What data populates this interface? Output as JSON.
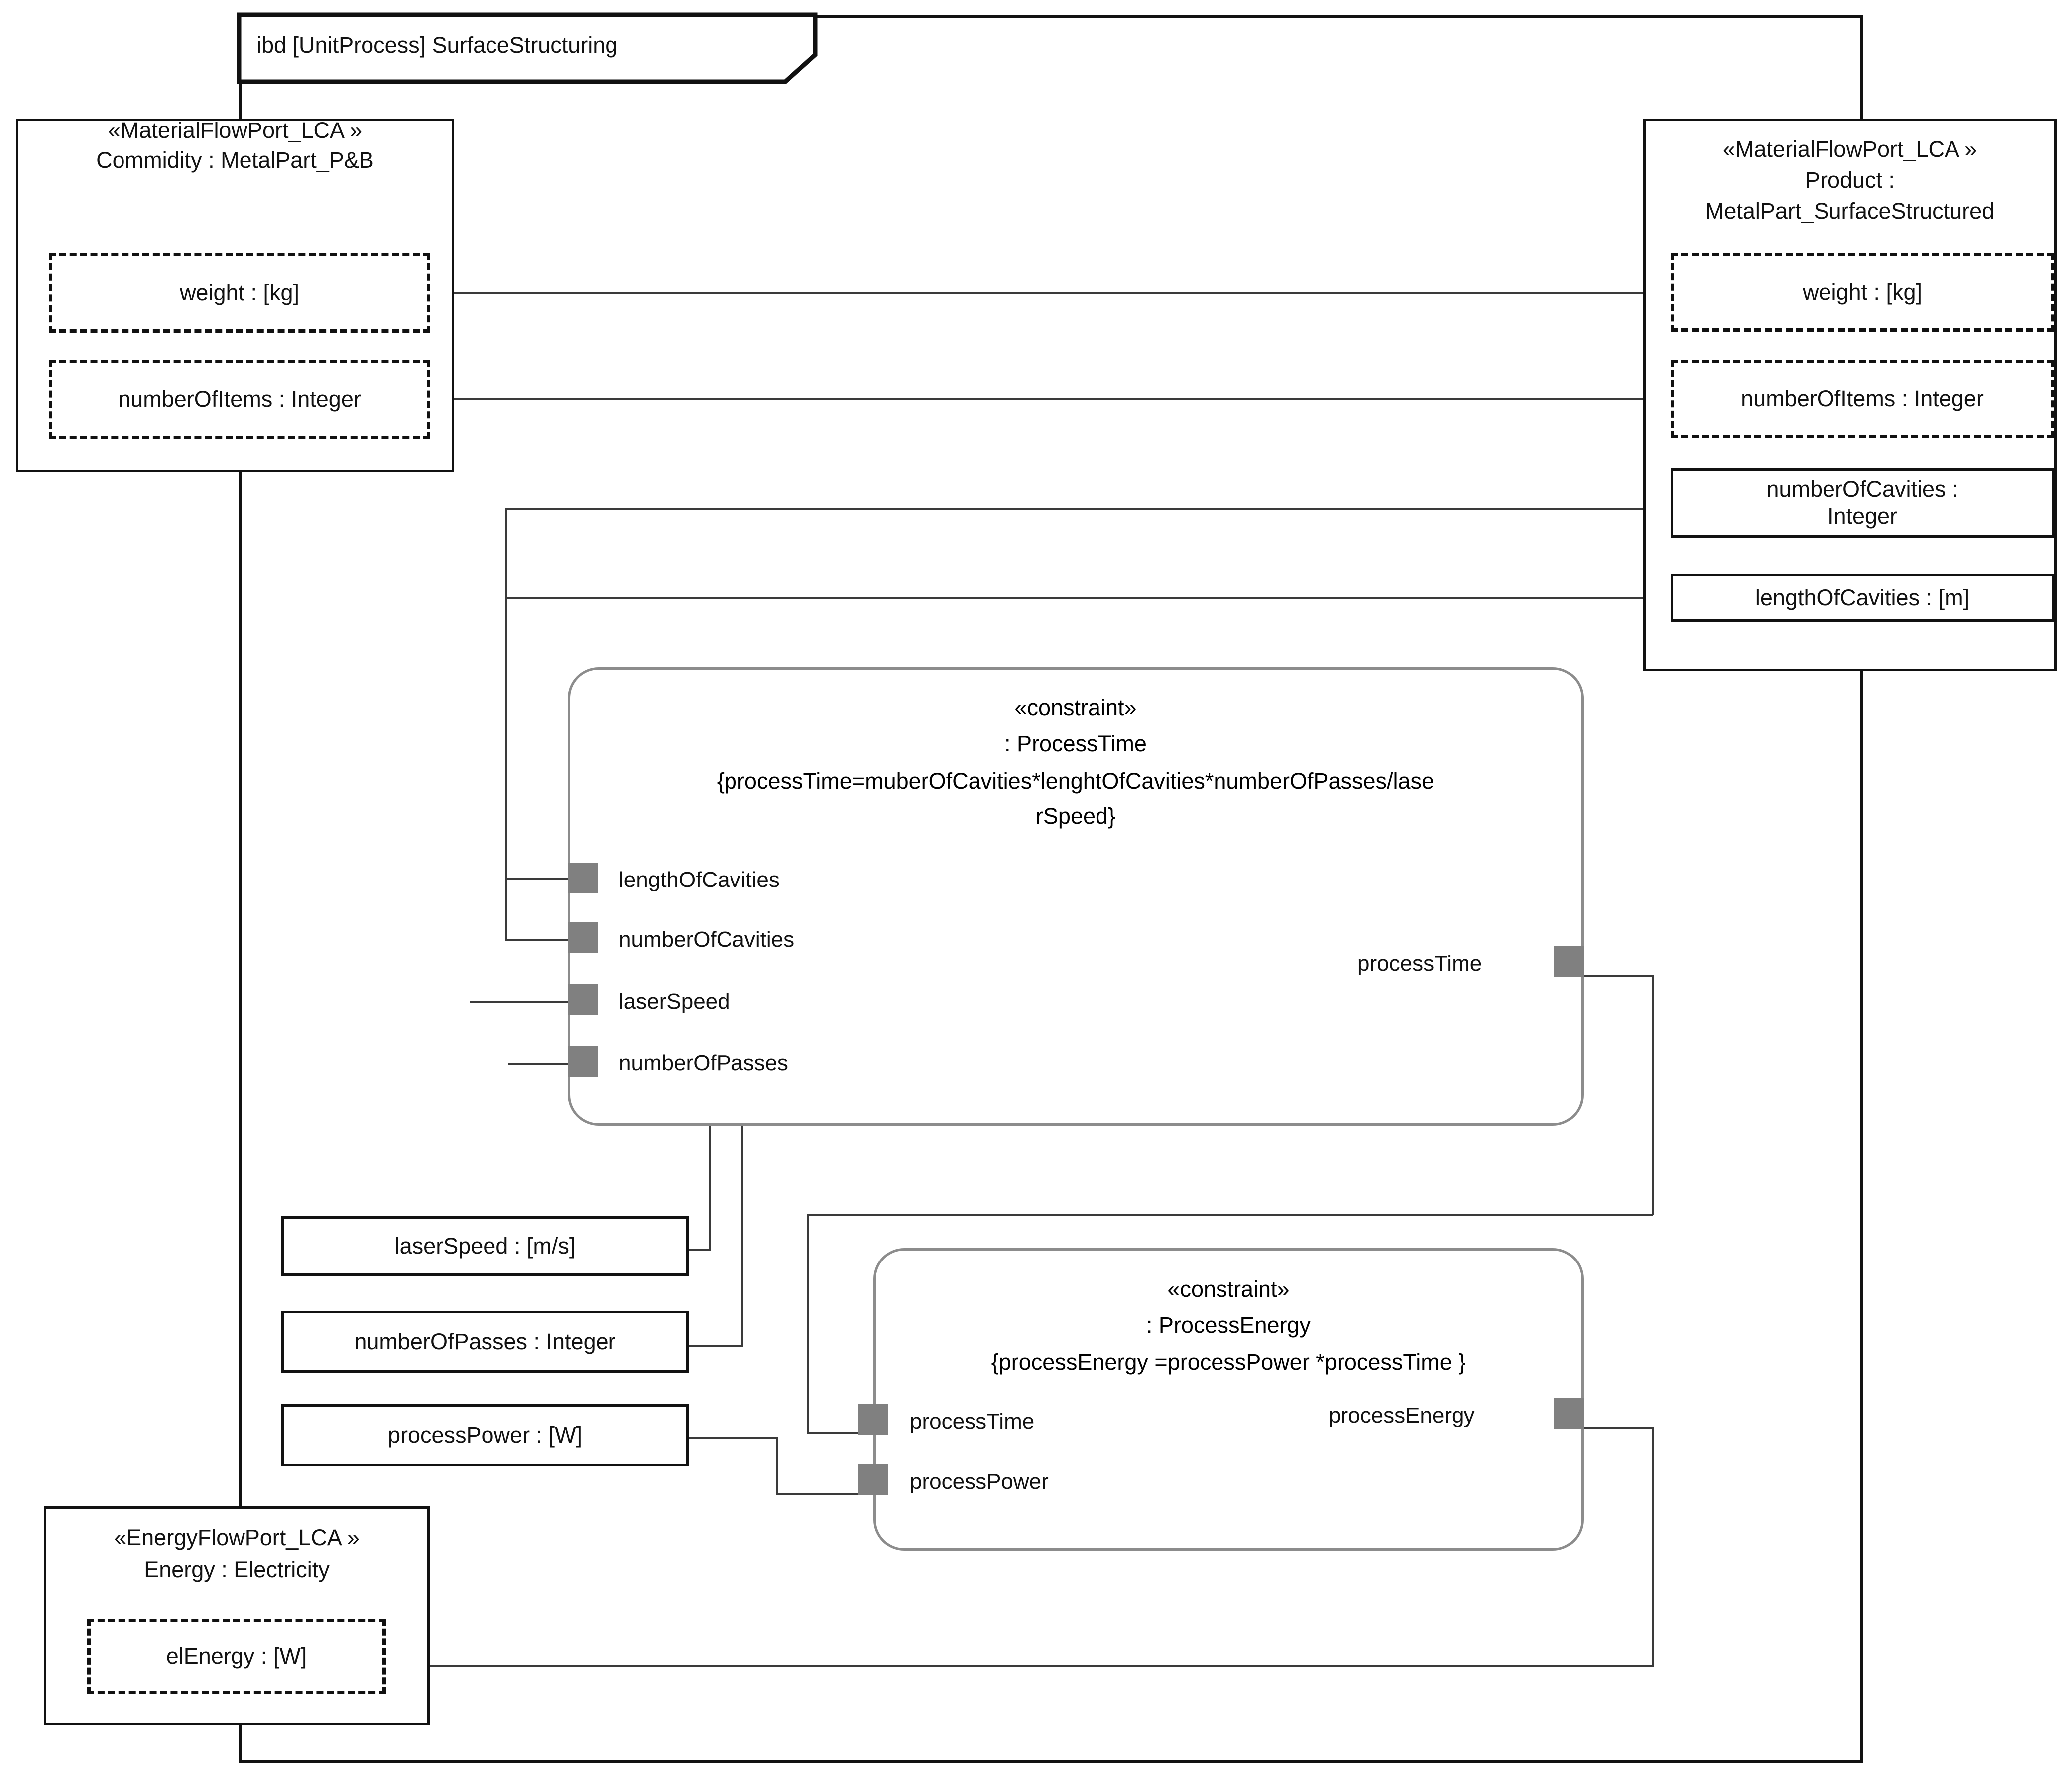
{
  "diagram": {
    "frame_label": "ibd [UnitProcess] SurfaceStructuring",
    "kind": "SysML Internal Block Diagram",
    "port_color": "#808080",
    "constraint_border_color": "#8c8c8c",
    "line_color": "#3a3a3a"
  },
  "blocks": {
    "commodity_port": {
      "stereotype": "«MaterialFlowPort_LCA »",
      "name": "Commidity : MetalPart_P&B",
      "properties": [
        {
          "label": "weight : [kg]",
          "style": "dashed"
        },
        {
          "label": "numberOfItems : Integer",
          "style": "dashed"
        }
      ]
    },
    "product_port": {
      "stereotype": "«MaterialFlowPort_LCA »",
      "name_line1": "Product :",
      "name_line2": "MetalPart_SurfaceStructured",
      "properties": [
        {
          "label": "weight : [kg]",
          "style": "dashed"
        },
        {
          "label": "numberOfItems : Integer",
          "style": "dashed"
        },
        {
          "label": "numberOfCavities :",
          "label2": "Integer",
          "style": "solid"
        },
        {
          "label": "lengthOfCavities : [m]",
          "style": "solid"
        }
      ]
    },
    "energy_port": {
      "stereotype": "«EnergyFlowPort_LCA »",
      "name": "Energy : Electricity",
      "properties": [
        {
          "label": "elEnergy : [W]",
          "style": "dashed"
        }
      ]
    }
  },
  "value_properties": [
    {
      "label": "laserSpeed : [m/s]"
    },
    {
      "label": "numberOfPasses : Integer"
    },
    {
      "label": "processPower : [W]"
    }
  ],
  "constraints": [
    {
      "stereotype": "«constraint»",
      "name": ": ProcessTime",
      "expression_line1": "{processTime=muberOfCavities*lenghtOfCavities*numberOfPasses/lase",
      "expression_line2": "rSpeed}",
      "inputs": [
        "lengthOfCavities",
        "numberOfCavities",
        "laserSpeed",
        "numberOfPasses"
      ],
      "outputs": [
        "processTime"
      ]
    },
    {
      "stereotype": "«constraint»",
      "name": ": ProcessEnergy",
      "expression_line1": "{processEnergy =processPower *processTime }",
      "expression_line2": "",
      "inputs": [
        "processTime",
        "processPower"
      ],
      "outputs": [
        "processEnergy"
      ]
    }
  ]
}
